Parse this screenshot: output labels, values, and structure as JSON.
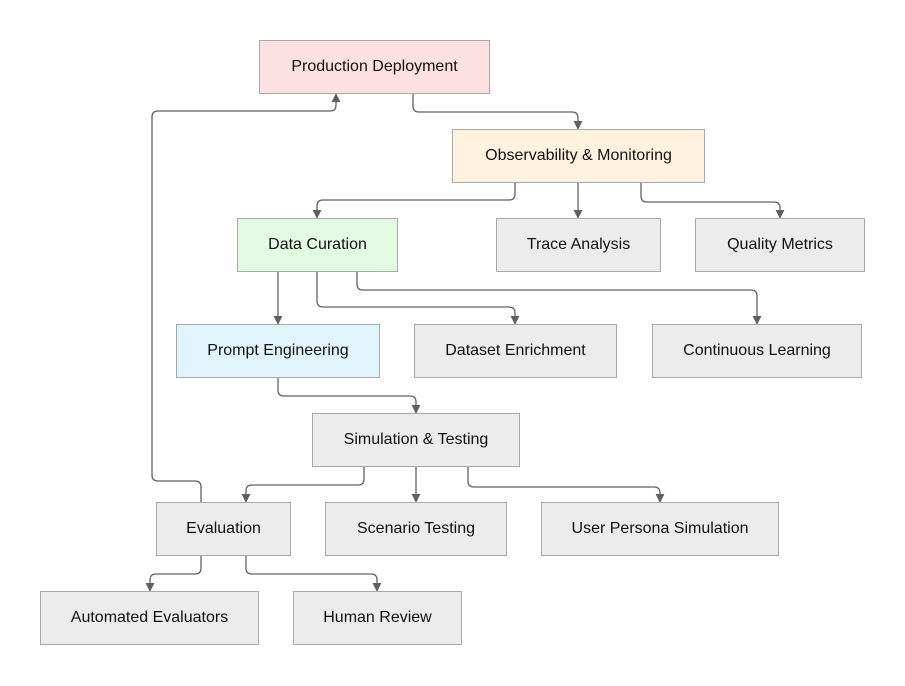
{
  "colors": {
    "production": "#fde0e2",
    "observability": "#fff3e0",
    "curation": "#e3fbe3",
    "prompt": "#e1f4fc",
    "default": "#ececec",
    "border": "#a9a9a9",
    "edge": "#606060"
  },
  "nodes": [
    {
      "id": "production-deployment",
      "label": "Production Deployment",
      "color": "production"
    },
    {
      "id": "observability-monitoring",
      "label": "Observability & Monitoring",
      "color": "observability"
    },
    {
      "id": "data-curation",
      "label": "Data Curation",
      "color": "curation"
    },
    {
      "id": "trace-analysis",
      "label": "Trace Analysis",
      "color": "default"
    },
    {
      "id": "quality-metrics",
      "label": "Quality Metrics",
      "color": "default"
    },
    {
      "id": "prompt-engineering",
      "label": "Prompt Engineering",
      "color": "prompt"
    },
    {
      "id": "dataset-enrichment",
      "label": "Dataset Enrichment",
      "color": "default"
    },
    {
      "id": "continuous-learning",
      "label": "Continuous Learning",
      "color": "default"
    },
    {
      "id": "simulation-testing",
      "label": "Simulation & Testing",
      "color": "default"
    },
    {
      "id": "evaluation",
      "label": "Evaluation",
      "color": "default"
    },
    {
      "id": "scenario-testing",
      "label": "Scenario Testing",
      "color": "default"
    },
    {
      "id": "user-persona-simulation",
      "label": "User Persona Simulation",
      "color": "default"
    },
    {
      "id": "automated-evaluators",
      "label": "Automated Evaluators",
      "color": "default"
    },
    {
      "id": "human-review",
      "label": "Human Review",
      "color": "default"
    }
  ],
  "edges": [
    {
      "from": "production-deployment",
      "to": "observability-monitoring"
    },
    {
      "from": "observability-monitoring",
      "to": "data-curation"
    },
    {
      "from": "observability-monitoring",
      "to": "trace-analysis"
    },
    {
      "from": "observability-monitoring",
      "to": "quality-metrics"
    },
    {
      "from": "data-curation",
      "to": "prompt-engineering"
    },
    {
      "from": "data-curation",
      "to": "dataset-enrichment"
    },
    {
      "from": "data-curation",
      "to": "continuous-learning"
    },
    {
      "from": "prompt-engineering",
      "to": "simulation-testing"
    },
    {
      "from": "simulation-testing",
      "to": "evaluation"
    },
    {
      "from": "simulation-testing",
      "to": "scenario-testing"
    },
    {
      "from": "simulation-testing",
      "to": "user-persona-simulation"
    },
    {
      "from": "evaluation",
      "to": "automated-evaluators"
    },
    {
      "from": "evaluation",
      "to": "human-review"
    },
    {
      "from": "evaluation",
      "to": "production-deployment"
    }
  ]
}
